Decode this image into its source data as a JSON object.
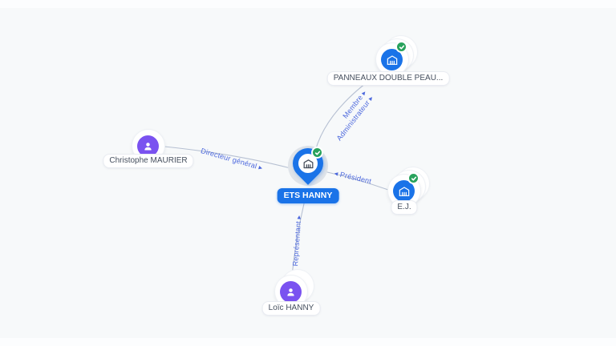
{
  "graph": {
    "center": {
      "label": "ETS HANNY",
      "type": "company",
      "verified": true
    },
    "nodes": [
      {
        "label": "PANNEAUX DOUBLE PEAU...",
        "type": "company",
        "verified": true
      },
      {
        "label": "E.J.",
        "type": "company",
        "verified": true
      },
      {
        "label": "Christophe MAURIER",
        "type": "person",
        "verified": false
      },
      {
        "label": "Loïc HANNY",
        "type": "person",
        "verified": false
      }
    ],
    "edges": [
      {
        "from": "Christophe MAURIER",
        "to": "ETS HANNY",
        "label": "Directeur général ▸"
      },
      {
        "from": "ETS HANNY",
        "to": "PANNEAUX DOUBLE PEAU...",
        "label_lines": [
          "Membre ▸",
          "Administrateur ▸"
        ]
      },
      {
        "from": "E.J.",
        "to": "ETS HANNY",
        "label": "◂ Président"
      },
      {
        "from": "Loïc HANNY",
        "to": "ETS HANNY",
        "label": "Représentant ▸"
      }
    ]
  },
  "icons": {
    "company": "building-icon",
    "person": "person-icon",
    "verified": "check-badge-icon",
    "center": "map-pin-icon"
  },
  "glyphs": {
    "arrow_right": "▸",
    "arrow_left": "◂",
    "check": "✓"
  },
  "colors": {
    "company_accent": "#1a73e8",
    "person_accent": "#7a52f0",
    "verified_green": "#28a25c",
    "edge_line": "#b6c0d2",
    "edge_label": "#4c68dd",
    "node_label_text": "#454f5e",
    "background": "#f7f9fa"
  }
}
